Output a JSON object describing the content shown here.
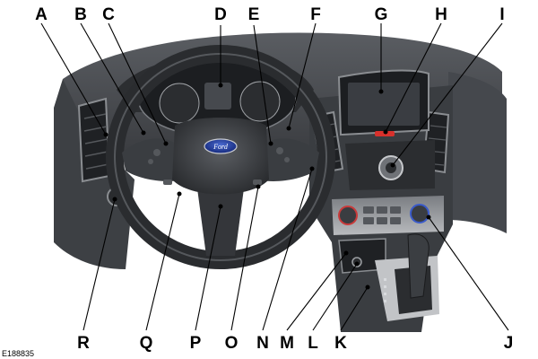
{
  "figure_id": "E188835",
  "callouts_top": [
    "A",
    "B",
    "C",
    "D",
    "E",
    "F",
    "G",
    "H",
    "I"
  ],
  "callouts_bottom": [
    "R",
    "Q",
    "P",
    "O",
    "N",
    "M",
    "L",
    "K",
    "J"
  ],
  "brand_badge": "Ford",
  "colors": {
    "dashboard": "#4a4d52",
    "dashboard_dark": "#2c2e31",
    "trim": "#8a8d91",
    "screen": "#3a3d42",
    "badge_blue": "#1f3a93",
    "hazard_red": "#d8312c",
    "knob_red": "#c93a3a",
    "knob_blue": "#3a5ac9"
  }
}
